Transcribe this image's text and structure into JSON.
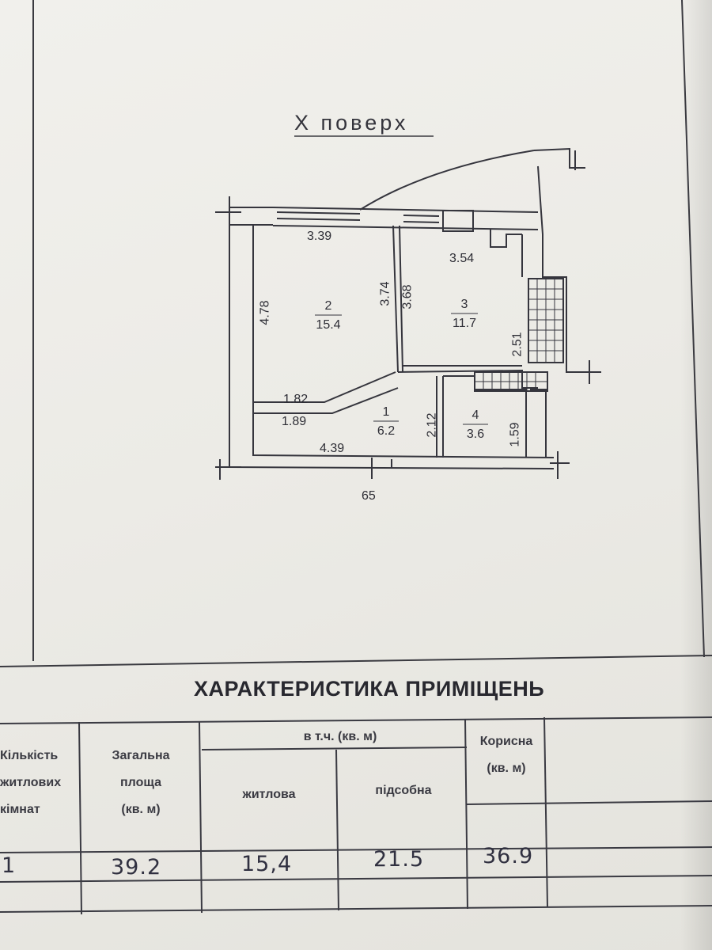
{
  "plan": {
    "title": "Х поверх",
    "rooms": [
      {
        "num": "2",
        "area": "15.4"
      },
      {
        "num": "3",
        "area": "11.7"
      },
      {
        "num": "1",
        "area": "6.2"
      },
      {
        "num": "4",
        "area": "3.6"
      }
    ],
    "dims": {
      "d339": "3.39",
      "d354": "3.54",
      "d478": "4.78",
      "d374": "3.74",
      "d368": "3.68",
      "d251": "2.51",
      "d182": "1.82",
      "d189": "1.89",
      "d212": "2.12",
      "d159": "1.59",
      "d439": "4.39",
      "d65": "65"
    }
  },
  "table": {
    "title": "ХАРАКТЕРИСТИКА ПРИМІЩЕНЬ",
    "col1": [
      "Кількість",
      "житлових",
      "кімнат"
    ],
    "col2": [
      "Загальна",
      "площа",
      "(кв. м)"
    ],
    "incl": "в т.ч. (кв. м)",
    "living": "житлова",
    "aux": "підсобна",
    "useful": [
      "Корисна",
      "(кв. м)"
    ],
    "values": {
      "rooms": "1",
      "total": "39.2",
      "living": "15,4",
      "aux": "21.5",
      "useful": "36.9"
    }
  },
  "colors": {
    "ink": "#2b2b33",
    "paper": "#eeede8"
  }
}
